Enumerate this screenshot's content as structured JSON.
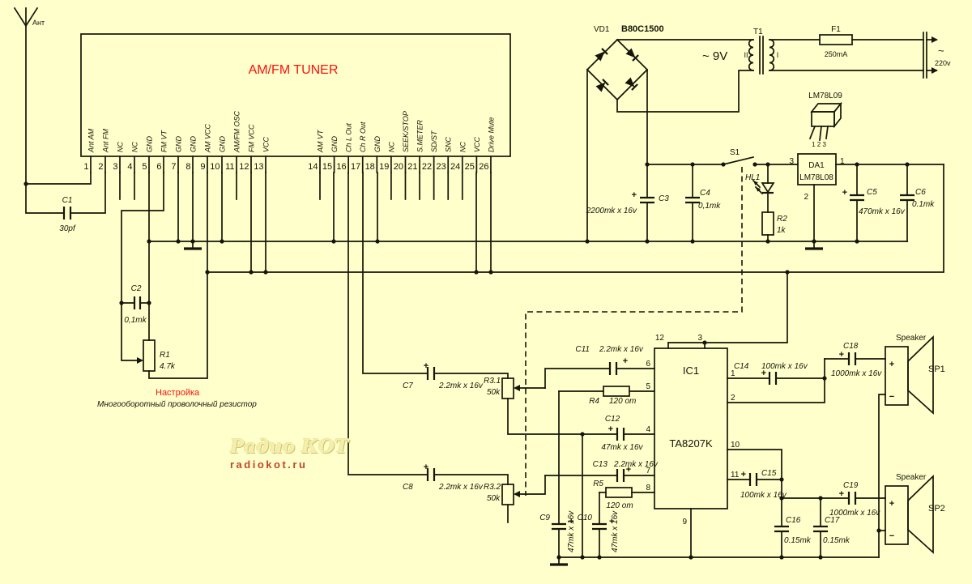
{
  "tuner": {
    "title": "AM/FM TUNER",
    "pins": [
      {
        "n": "1",
        "label": "Ant AM"
      },
      {
        "n": "2",
        "label": "Ant FM"
      },
      {
        "n": "3",
        "label": "NC"
      },
      {
        "n": "4",
        "label": "NC"
      },
      {
        "n": "5",
        "label": "GND"
      },
      {
        "n": "6",
        "label": "FM VT"
      },
      {
        "n": "7",
        "label": "GND"
      },
      {
        "n": "8",
        "label": "GND"
      },
      {
        "n": "9",
        "label": "AM VCC"
      },
      {
        "n": "10",
        "label": "GND"
      },
      {
        "n": "11",
        "label": "AM/FM OSC"
      },
      {
        "n": "12",
        "label": "FM VCC"
      },
      {
        "n": "13",
        "label": "VCC"
      },
      {
        "n": "14",
        "label": "AM VT"
      },
      {
        "n": "15",
        "label": "GND"
      },
      {
        "n": "16",
        "label": "Ch L Out"
      },
      {
        "n": "17",
        "label": "Ch R Out"
      },
      {
        "n": "18",
        "label": "GND"
      },
      {
        "n": "19",
        "label": "NC"
      },
      {
        "n": "20",
        "label": "SEEK/STOP"
      },
      {
        "n": "21",
        "label": "S.METER"
      },
      {
        "n": "22",
        "label": "SD/ST"
      },
      {
        "n": "23",
        "label": "SNC"
      },
      {
        "n": "24",
        "label": "NC"
      },
      {
        "n": "25",
        "label": "VCC"
      },
      {
        "n": "26",
        "label": "Drive Mute"
      }
    ]
  },
  "antenna": {
    "label": "Ант"
  },
  "tuning": {
    "note_title": "Настройка",
    "note_text": "Многооборотный проволочный резистор"
  },
  "power": {
    "vd1_ref": "VD1",
    "vd1_type": "B80C1500",
    "t1_ref": "T1",
    "winding_secondary": "II",
    "winding_primary": "I",
    "secondary_voltage": "~ 9V",
    "fuse_ref": "F1",
    "fuse_value": "250mA",
    "mains_tilde": "~",
    "mains_voltage": "220v",
    "regulator_package": "LM78L09",
    "package_pins": "1 2 3",
    "da1_ref": "DA1",
    "da1_type": "LM78L08",
    "da1_pin_in": "3",
    "da1_pin_out": "1",
    "da1_pin_gnd": "2",
    "switch_ref": "S1",
    "led_ref": "HL1"
  },
  "amplifier": {
    "ic_ref": "IC1",
    "ic_type": "TA8207K",
    "pin_labels": {
      "p12": "12",
      "p3": "3",
      "p6": "6",
      "p5": "5",
      "p4": "4",
      "p7": "7",
      "p8": "8",
      "p1": "1",
      "p2": "2",
      "p10": "10",
      "p11": "11",
      "p9": "9"
    }
  },
  "speakers": {
    "sp1_title": "Speaker",
    "sp1_ref": "SP1",
    "sp2_title": "Speaker",
    "sp2_ref": "SP2"
  },
  "parts": {
    "C1": {
      "ref": "C1",
      "value": "30pf"
    },
    "C2": {
      "ref": "C2",
      "value": "0,1mk"
    },
    "R1": {
      "ref": "R1",
      "value": "4.7k"
    },
    "C3": {
      "ref": "C3",
      "value": "2200mk x 16v"
    },
    "C4": {
      "ref": "C4",
      "value": "0,1mk"
    },
    "C5": {
      "ref": "C5",
      "value": "470mk x 16v"
    },
    "C6": {
      "ref": "C6",
      "value": "0.1mk"
    },
    "R2": {
      "ref": "R2",
      "value": "1k"
    },
    "C7": {
      "ref": "C7",
      "value": "2.2mk x 16v"
    },
    "C8": {
      "ref": "C8",
      "value": "2.2mk x 16v"
    },
    "R31": {
      "ref": "R3.1",
      "value": "50k"
    },
    "R32": {
      "ref": "R3.2",
      "value": "50k"
    },
    "C11": {
      "ref": "C11",
      "value": "2.2mk x 16v"
    },
    "R4": {
      "ref": "R4",
      "value": "120 om"
    },
    "C12": {
      "ref": "C12",
      "value": "47mk x 16v"
    },
    "C13": {
      "ref": "C13",
      "value": "2.2mk x 16v"
    },
    "R5": {
      "ref": "R5",
      "value": "120 om"
    },
    "C9": {
      "ref": "C9",
      "value": "47mk x 16v"
    },
    "C10": {
      "ref": "C10",
      "value": "47mk x 16v"
    },
    "C14": {
      "ref": "C14",
      "value": "100mk x 16v"
    },
    "C15": {
      "ref": "C15",
      "value": "100mk x 16v"
    },
    "C16": {
      "ref": "C16",
      "value": "0.15mk"
    },
    "C17": {
      "ref": "C17",
      "value": "0.15mk"
    },
    "C18": {
      "ref": "C18",
      "value": "1000mk x 16v"
    },
    "C19": {
      "ref": "C19",
      "value": "1000mk x 16v"
    }
  },
  "symbols": {
    "plus": "+",
    "minus": "−"
  },
  "watermark": {
    "line1": "Радио КОТ",
    "line2": "radiokot.ru"
  },
  "colors": {
    "background": "#FFFFCB",
    "line": "#15150a",
    "accent_red": "#FF0F0F",
    "watermark_url": "#C2452A"
  }
}
